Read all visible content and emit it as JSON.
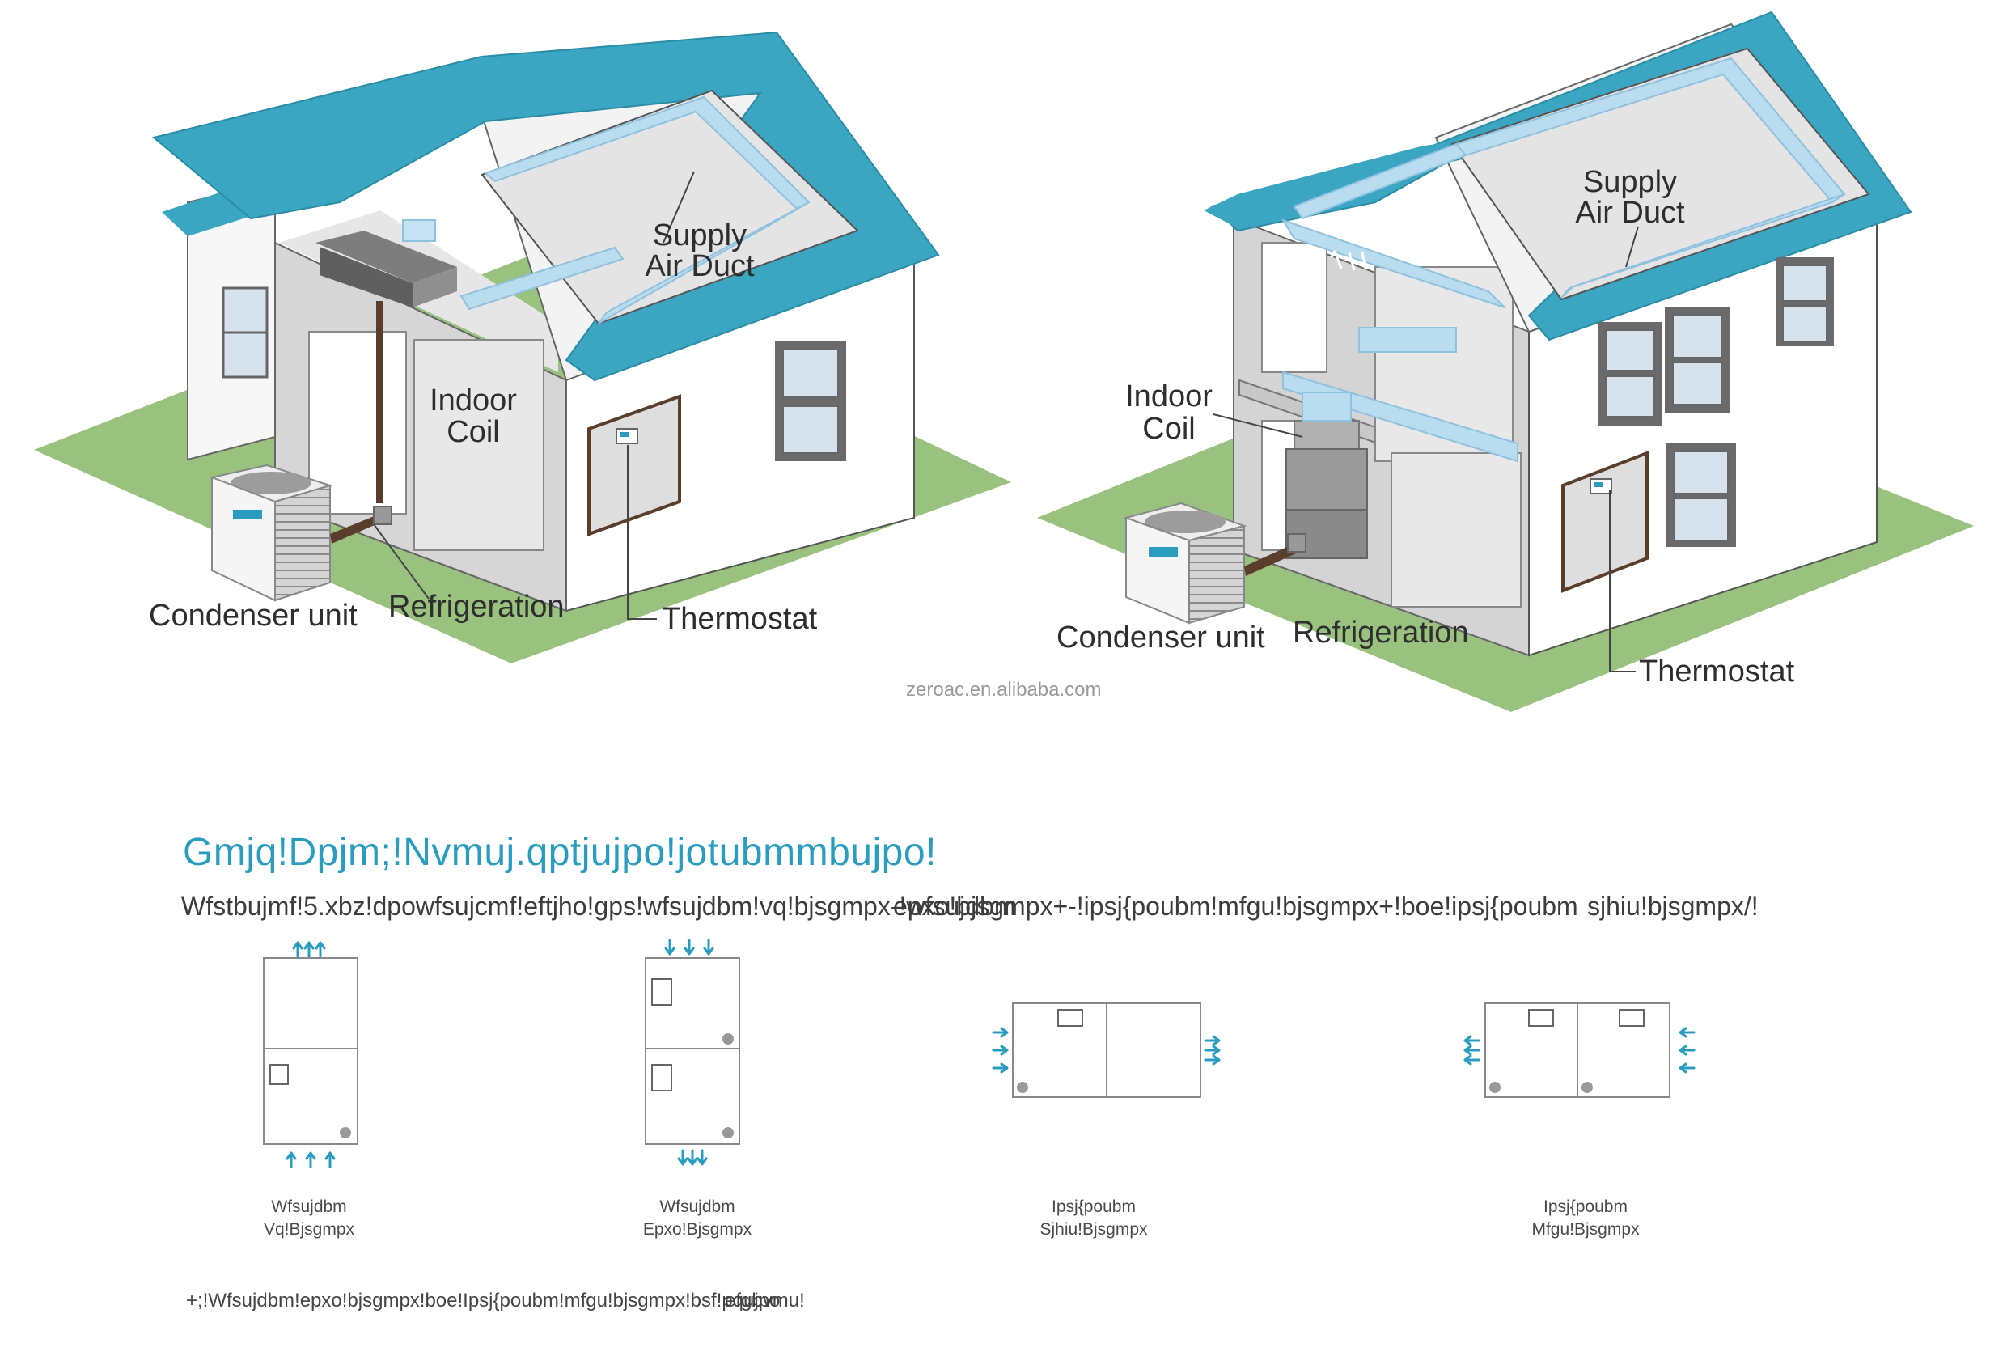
{
  "illustration": {
    "left_house": {
      "supply_duct_label_1": "Supply",
      "supply_duct_label_2": "Air Duct",
      "indoor_coil_label_1": "Indoor",
      "indoor_coil_label_2": "Coil",
      "condenser_label": "Condenser unit",
      "refrigeration_label": "Refrigeration",
      "thermostat_label": "Thermostat"
    },
    "right_house": {
      "supply_duct_label_1": "Supply",
      "supply_duct_label_2": "Air Duct",
      "indoor_coil_label_1": "Indoor",
      "indoor_coil_label_2": "Coil",
      "condenser_label": "Condenser unit",
      "refrigeration_label": "Refrigeration",
      "thermostat_label": "Thermostat"
    },
    "watermark": "zeroac.en.alibaba.com",
    "colors": {
      "roof": "#3aa6c2",
      "lawn": "#98c27e",
      "duct": "#b9dcef",
      "wall": "#ffffff",
      "interior": "#d9d9d9"
    }
  },
  "section": {
    "title": "Gmjq!Dpjm;!Nvmuj.qptjujpo!jotubmmbujpo!",
    "intro_a": "Wfstbujmf!5.xbz!dpowfsujcmf!eftjho!gps!wfsujdbm!vq!bjsgmpx-!wfsujdbm",
    "intro_b": "epxo!bjsgmpx+-!ipsj{poubm!mfgu!bjsgmpx+!boe!ipsj{poubm",
    "intro_c": "sjhiu!bjsgmpx/!"
  },
  "orientations": [
    {
      "line1": "Wfsujdbm",
      "line2": "Vq!Bjsgmpx"
    },
    {
      "line1": "Wfsujdbm",
      "line2": "Epxo!Bjsgmpx"
    },
    {
      "line1": "Ipsj{poubm",
      "line2": "Sjhiu!Bjsgmpx"
    },
    {
      "line1": "Ipsj{poubm",
      "line2": "Mfgu!Bjsgmpx"
    }
  ],
  "footnote": {
    "text_a": "+;!Wfsujdbm!epxo!bjsgmpx!boe!Ipsj{poubm!mfgu!bjsgmpx!bsf!pqujpo",
    "text_b": "efgbvmu!"
  },
  "arrow_color": "#2a9cc0"
}
